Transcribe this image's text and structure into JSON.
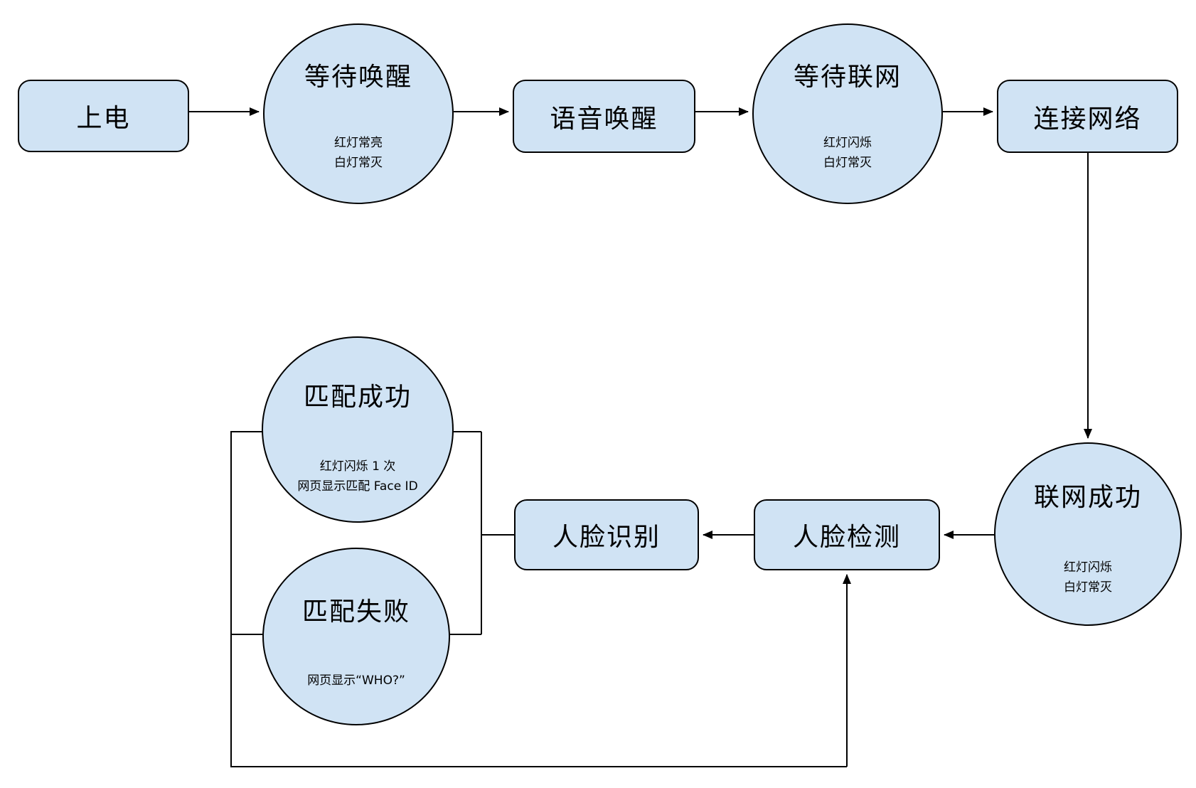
{
  "diagram": {
    "colors": {
      "node_fill": "#d0e3f4",
      "node_stroke": "#000000",
      "edge_color": "#000000",
      "background": "#ffffff",
      "text": "#000000"
    },
    "nodes": {
      "power": {
        "label": "上电"
      },
      "wait_wake": {
        "title": "等待唤醒",
        "sub1": "红灯常亮",
        "sub2": "白灯常灭"
      },
      "voice_wake": {
        "label": "语音唤醒"
      },
      "wait_network": {
        "title": "等待联网",
        "sub1": "红灯闪烁",
        "sub2": "白灯常灭"
      },
      "connect_network": {
        "label": "连接网络"
      },
      "network_success": {
        "title": "联网成功",
        "sub1": "红灯闪烁",
        "sub2": "白灯常灭"
      },
      "face_detect": {
        "label": "人脸检测"
      },
      "face_recognize": {
        "label": "人脸识别"
      },
      "match_success": {
        "title": "匹配成功",
        "sub1": "红灯闪烁 1 次",
        "sub2": "网页显示匹配 Face ID"
      },
      "match_fail": {
        "title": "匹配失败",
        "sub1": "网页显示“WHO?”"
      }
    },
    "edges": [
      {
        "from": "power",
        "to": "wait_wake",
        "arrow": true
      },
      {
        "from": "wait_wake",
        "to": "voice_wake",
        "arrow": true
      },
      {
        "from": "voice_wake",
        "to": "wait_network",
        "arrow": true
      },
      {
        "from": "wait_network",
        "to": "connect_network",
        "arrow": true
      },
      {
        "from": "connect_network",
        "to": "network_success",
        "arrow": true
      },
      {
        "from": "network_success",
        "to": "face_detect",
        "arrow": true
      },
      {
        "from": "face_detect",
        "to": "face_recognize",
        "arrow": true
      },
      {
        "from": "face_recognize",
        "to": "match_success",
        "arrow": false
      },
      {
        "from": "face_recognize",
        "to": "match_fail",
        "arrow": false
      },
      {
        "from": "match_success",
        "to": "face_detect",
        "arrow": true
      },
      {
        "from": "match_fail",
        "to": "face_detect",
        "arrow": true
      }
    ]
  }
}
